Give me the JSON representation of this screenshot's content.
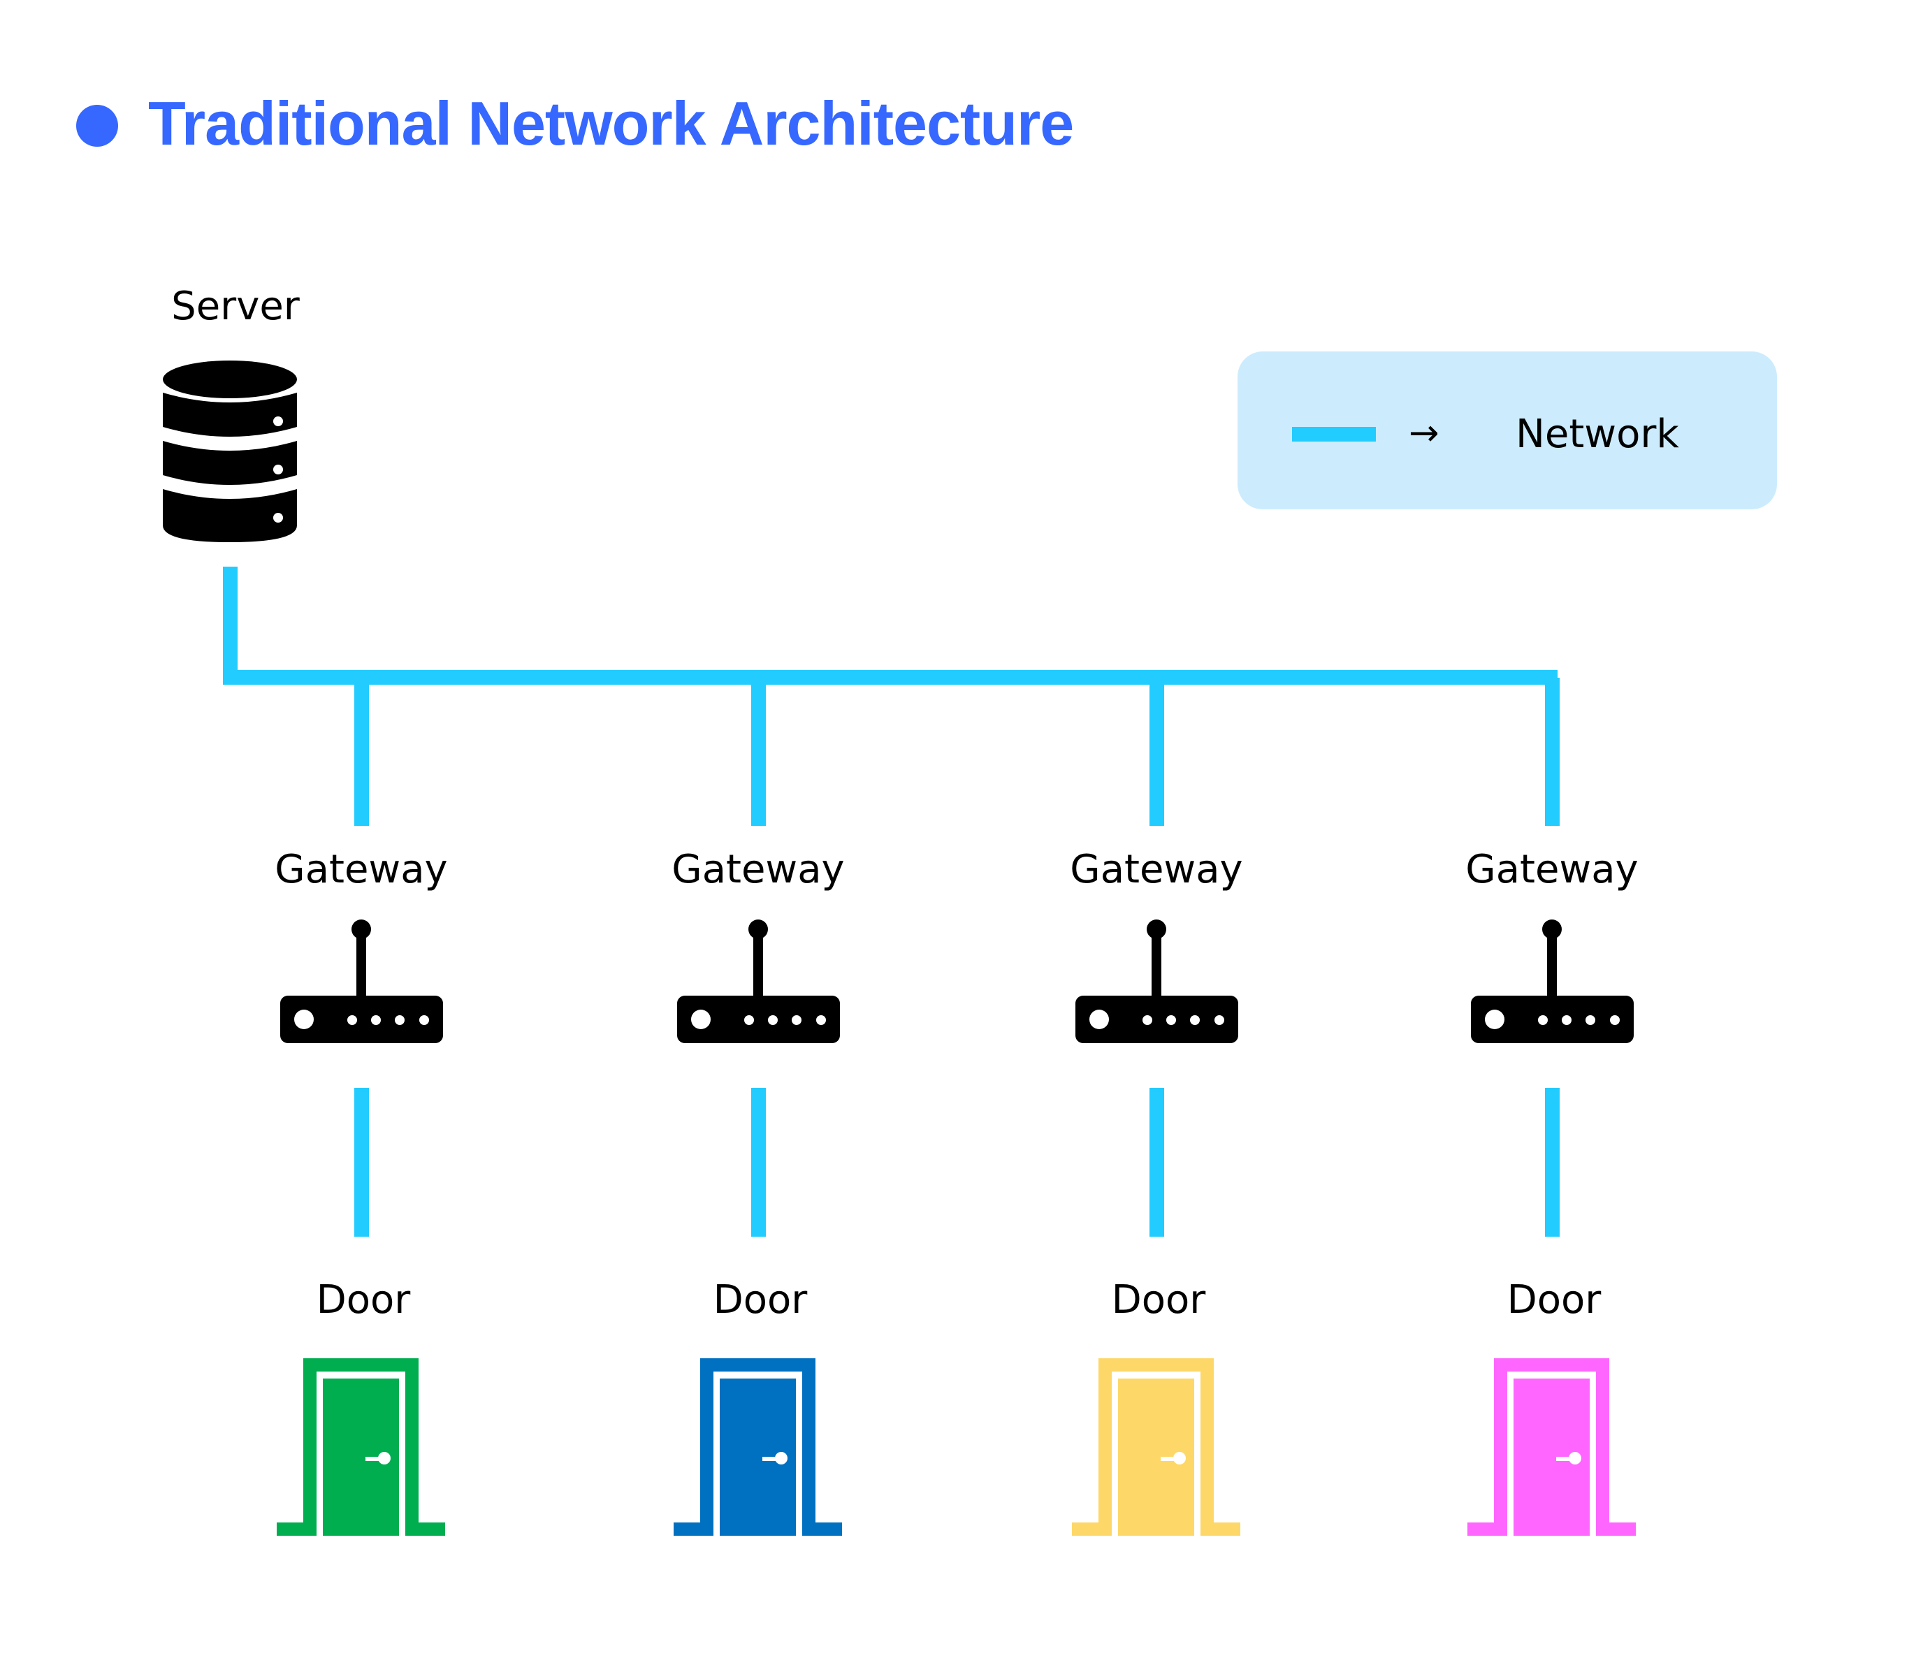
{
  "title": {
    "text": "Traditional Network Architecture",
    "color": "#3668FF"
  },
  "server": {
    "label": "Server",
    "icon": "database-server-icon"
  },
  "legend": {
    "arrow": "→",
    "label": "Network",
    "background": "#CCECFE",
    "line_color": "#22CCFF"
  },
  "network_color": "#22CCFF",
  "columns": [
    {
      "gateway_label": "Gateway",
      "door_label": "Door",
      "door_color": "#00AE4F"
    },
    {
      "gateway_label": "Gateway",
      "door_label": "Door",
      "door_color": "#0070C0"
    },
    {
      "gateway_label": "Gateway",
      "door_label": "Door",
      "door_color": "#FDD868"
    },
    {
      "gateway_label": "Gateway",
      "door_label": "Door",
      "door_color": "#FF66FF"
    }
  ]
}
